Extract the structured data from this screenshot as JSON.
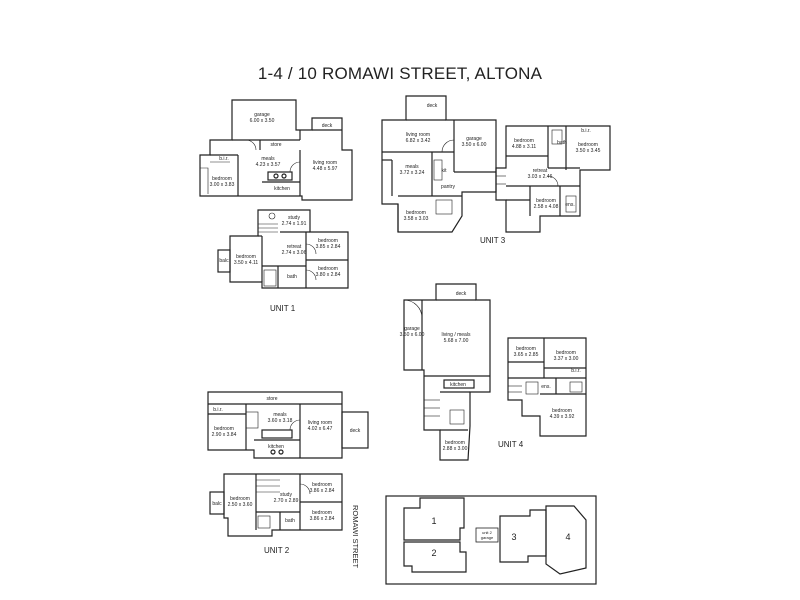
{
  "title": "1-4 / 10 ROMAWI STREET, ALTONA",
  "site": {
    "street": "ROMAWI STREET",
    "lots": [
      "1",
      "2",
      "3",
      "4"
    ],
    "garage_label": [
      "unit 2",
      "garage"
    ]
  },
  "units": [
    {
      "label": "UNIT 1",
      "ground": [
        {
          "name": "garage",
          "size": "6.00 x 3.50"
        },
        {
          "name": "deck",
          "size": ""
        },
        {
          "name": "store",
          "size": ""
        },
        {
          "name": "meals",
          "size": "4.23 x 3.57"
        },
        {
          "name": "living room",
          "size": "4.48 x 5.97"
        },
        {
          "name": "bedroom",
          "size": "3.00 x 3.83"
        },
        {
          "name": "kitchen",
          "size": ""
        },
        {
          "name": "b.i.r.",
          "size": ""
        }
      ],
      "upper": [
        {
          "name": "study",
          "size": "2.74 x 1.91"
        },
        {
          "name": "bedroom",
          "size": "3.50 x 4.11"
        },
        {
          "name": "retreat",
          "size": "2.74 x 3.06"
        },
        {
          "name": "bedroom",
          "size": "3.85 x 2.84"
        },
        {
          "name": "bedroom",
          "size": "3.80 x 2.84"
        },
        {
          "name": "balc",
          "size": ""
        },
        {
          "name": "bath",
          "size": ""
        }
      ]
    },
    {
      "label": "UNIT 2",
      "ground": [
        {
          "name": "store",
          "size": ""
        },
        {
          "name": "b.i.r.",
          "size": ""
        },
        {
          "name": "meals",
          "size": "3.60 x 3.18"
        },
        {
          "name": "living room",
          "size": "4.02 x 6.47"
        },
        {
          "name": "bedroom",
          "size": "2.90 x 3.84"
        },
        {
          "name": "kitchen",
          "size": ""
        },
        {
          "name": "deck",
          "size": ""
        }
      ],
      "upper": [
        {
          "name": "bedroom",
          "size": "3.86 x 2.84"
        },
        {
          "name": "bedroom",
          "size": "2.50 x 3.60"
        },
        {
          "name": "study",
          "size": "2.70 x 2.89"
        },
        {
          "name": "bedroom",
          "size": "3.86 x 2.84"
        },
        {
          "name": "balc",
          "size": ""
        },
        {
          "name": "bath",
          "size": ""
        }
      ]
    },
    {
      "label": "UNIT 3",
      "ground": [
        {
          "name": "deck",
          "size": ""
        },
        {
          "name": "living room",
          "size": "6.82 x 3.42"
        },
        {
          "name": "garage",
          "size": "3.50 x 6.00"
        },
        {
          "name": "meals",
          "size": "3.72 x 3.24"
        },
        {
          "name": "kit",
          "size": ""
        },
        {
          "name": "bedroom",
          "size": "3.58 x 3.03"
        },
        {
          "name": "pantry",
          "size": ""
        }
      ],
      "upper": [
        {
          "name": "bedroom",
          "size": "4.88 x 3.11"
        },
        {
          "name": "bedroom",
          "size": "3.50 x 3.45"
        },
        {
          "name": "retreat",
          "size": "3.03 x 2.46"
        },
        {
          "name": "bedroom",
          "size": "2.58 x 4.08"
        },
        {
          "name": "bath",
          "size": ""
        },
        {
          "name": "ens.",
          "size": ""
        },
        {
          "name": "b.i.r.",
          "size": ""
        }
      ]
    },
    {
      "label": "UNIT 4",
      "ground": [
        {
          "name": "deck",
          "size": ""
        },
        {
          "name": "garage",
          "size": "3.50 x 6.00"
        },
        {
          "name": "living / meals",
          "size": "5.68 x 7.00"
        },
        {
          "name": "kitchen",
          "size": ""
        },
        {
          "name": "bedroom",
          "size": "2.88 x 3.00"
        }
      ],
      "upper": [
        {
          "name": "bedroom",
          "size": "3.65 x 2.85"
        },
        {
          "name": "bedroom",
          "size": "3.37 x 3.00"
        },
        {
          "name": "bedroom",
          "size": "4.39 x 3.92"
        },
        {
          "name": "ens.",
          "size": ""
        },
        {
          "name": "b.i.r.",
          "size": ""
        }
      ]
    }
  ]
}
